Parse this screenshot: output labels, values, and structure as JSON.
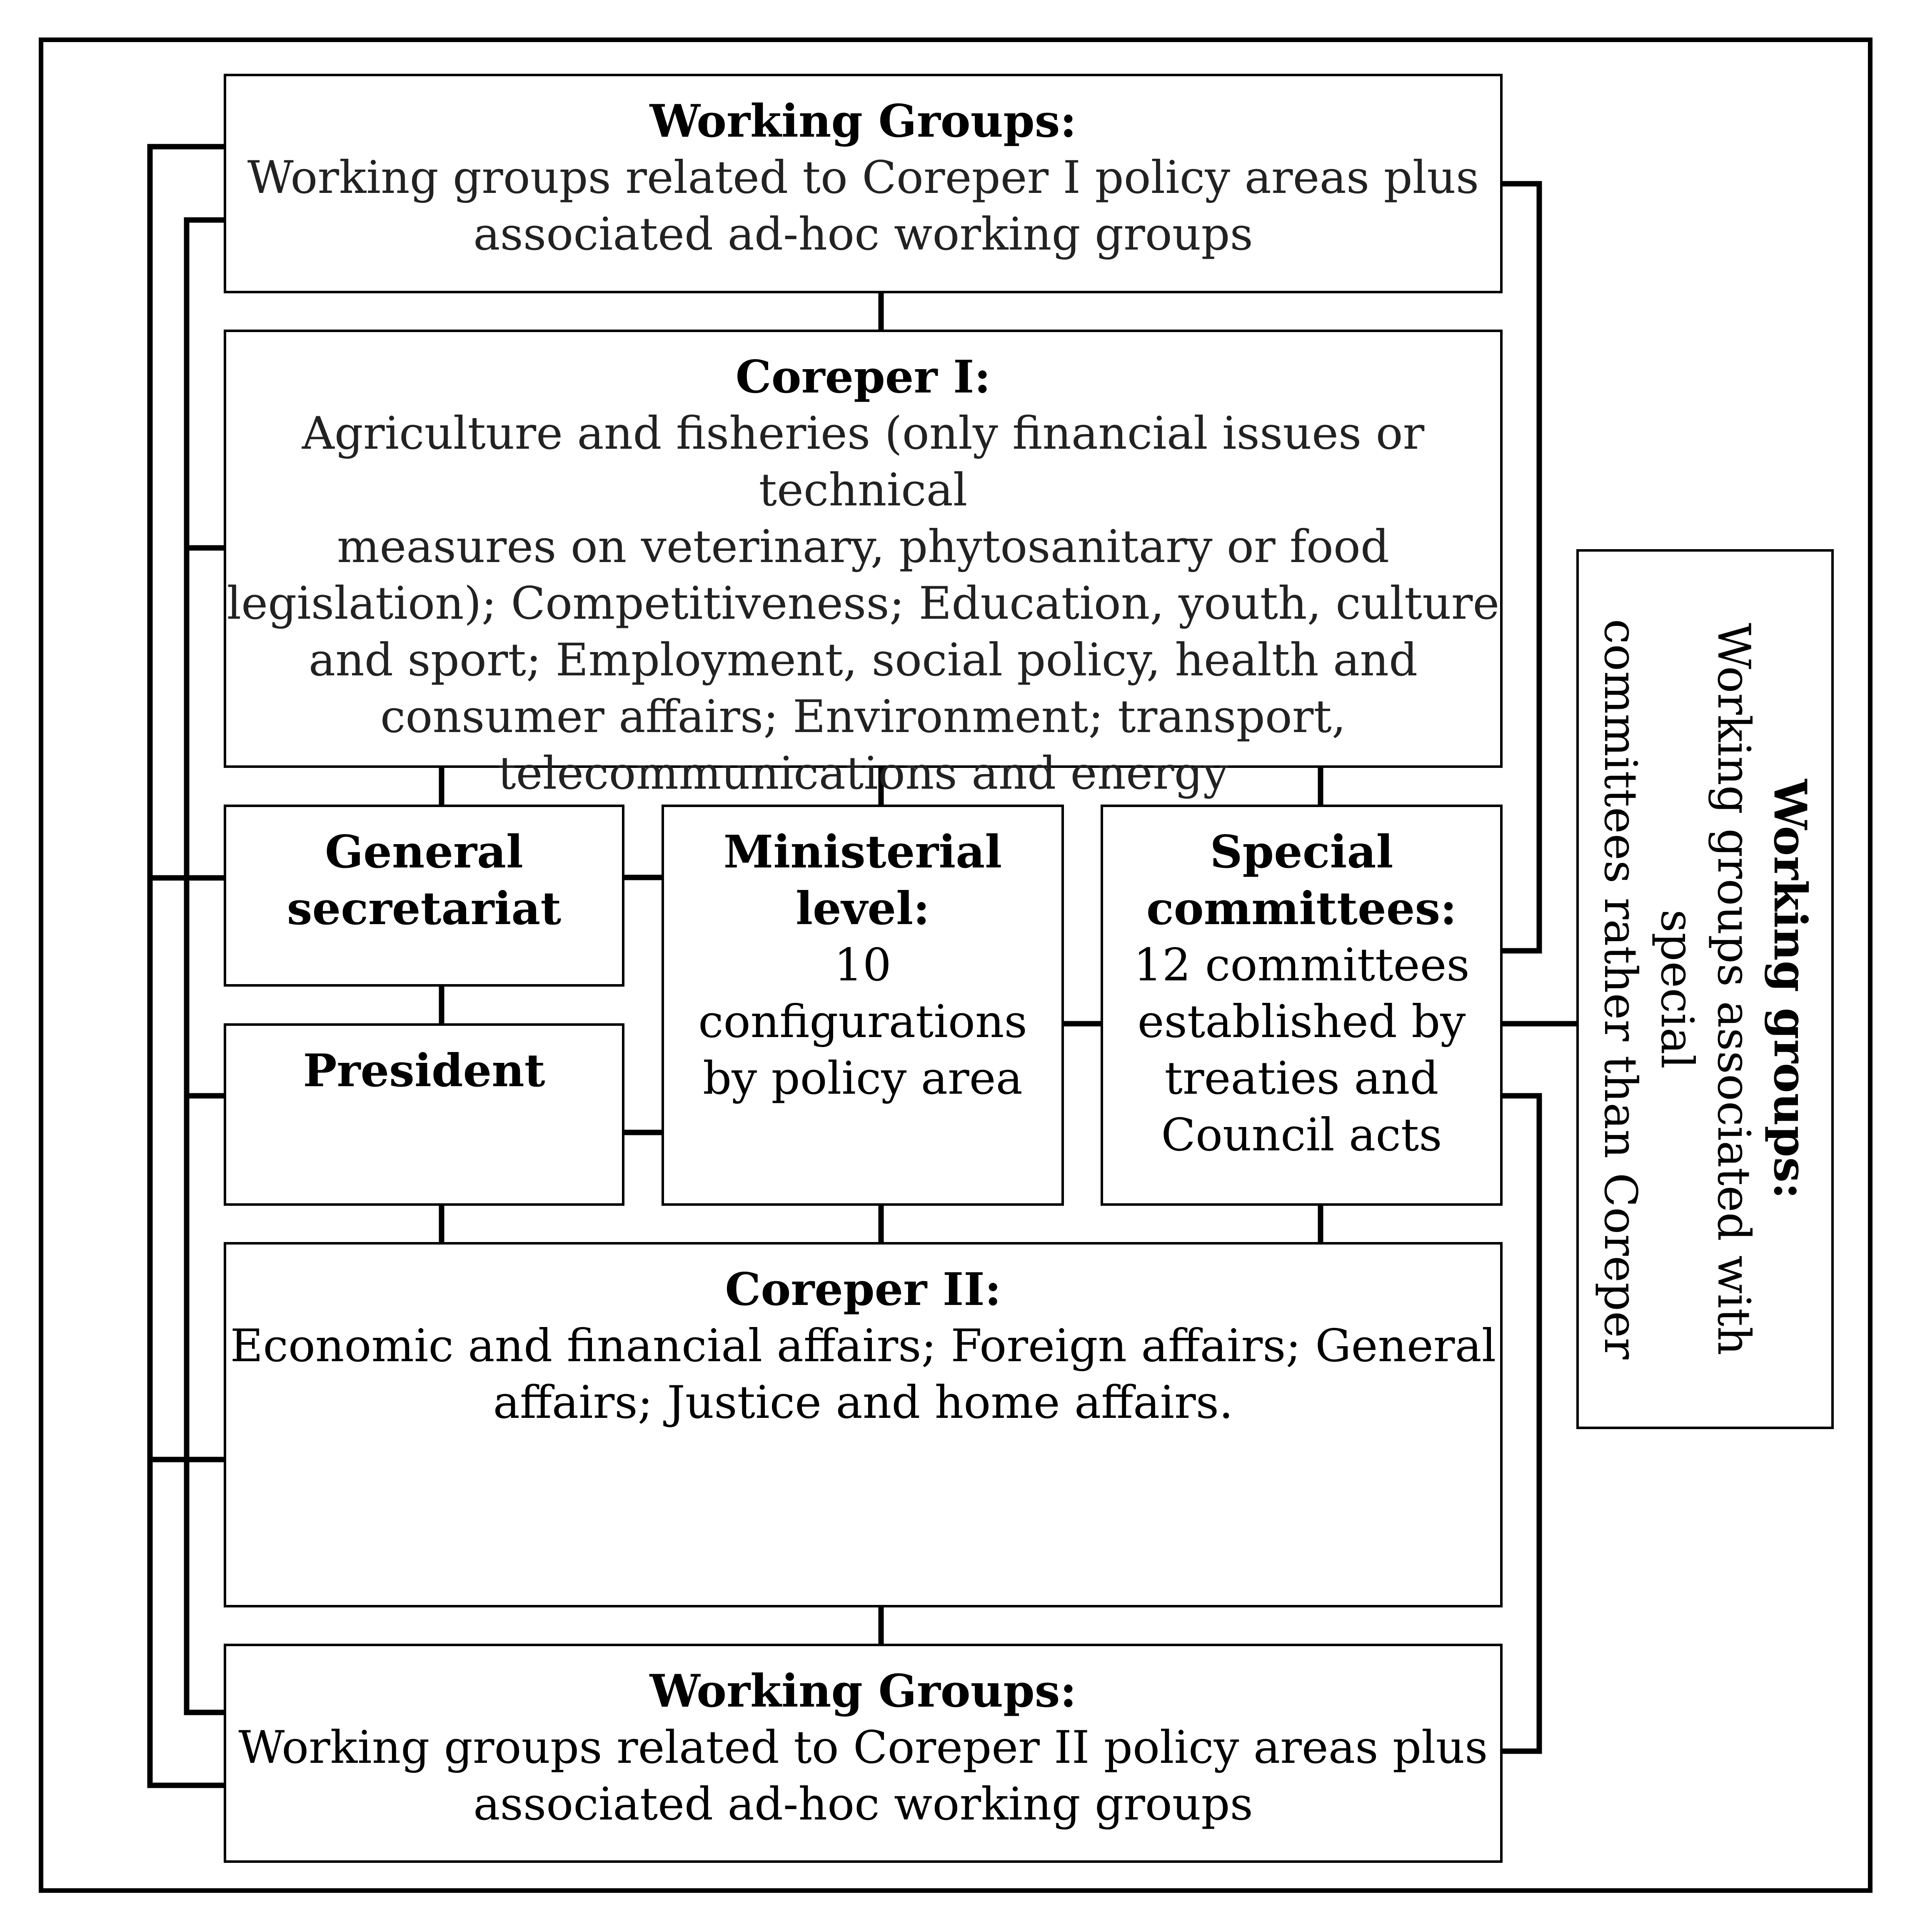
{
  "wg_top": {
    "title": "Working Groups:",
    "body": [
      "Working groups related to Coreper I policy areas plus",
      "associated ad-hoc working groups"
    ]
  },
  "coreper1": {
    "title": "Coreper I:",
    "body": [
      "Agriculture and fisheries (only financial issues or technical",
      "measures on veterinary, phytosanitary or food",
      "legislation); Competitiveness; Education, youth, culture",
      "and sport; Employment, social policy, health and",
      "consumer affairs; Environment; transport,",
      "telecommunications and energy"
    ]
  },
  "general_secretariat": {
    "title": [
      "General",
      "secretariat"
    ]
  },
  "president": {
    "title": "President"
  },
  "ministerial": {
    "title": [
      "Ministerial",
      "level:"
    ],
    "body": [
      "10",
      "configurations",
      "by policy area"
    ]
  },
  "special_committees": {
    "title": [
      "Special",
      "committees:"
    ],
    "body": [
      "12 committees",
      "established by",
      "treaties and",
      "Council acts"
    ]
  },
  "coreper2": {
    "title": "Coreper II:",
    "body": [
      "Economic and financial affairs; Foreign affairs; General",
      "affairs; Justice and home affairs."
    ]
  },
  "wg_bottom": {
    "title": "Working Groups:",
    "body": [
      "Working groups related to Coreper II policy areas plus",
      "associated ad-hoc working groups"
    ]
  },
  "wg_side": {
    "title": "Working groups:",
    "body": [
      "Working groups associated with special",
      "committees rather than Coreper"
    ]
  }
}
